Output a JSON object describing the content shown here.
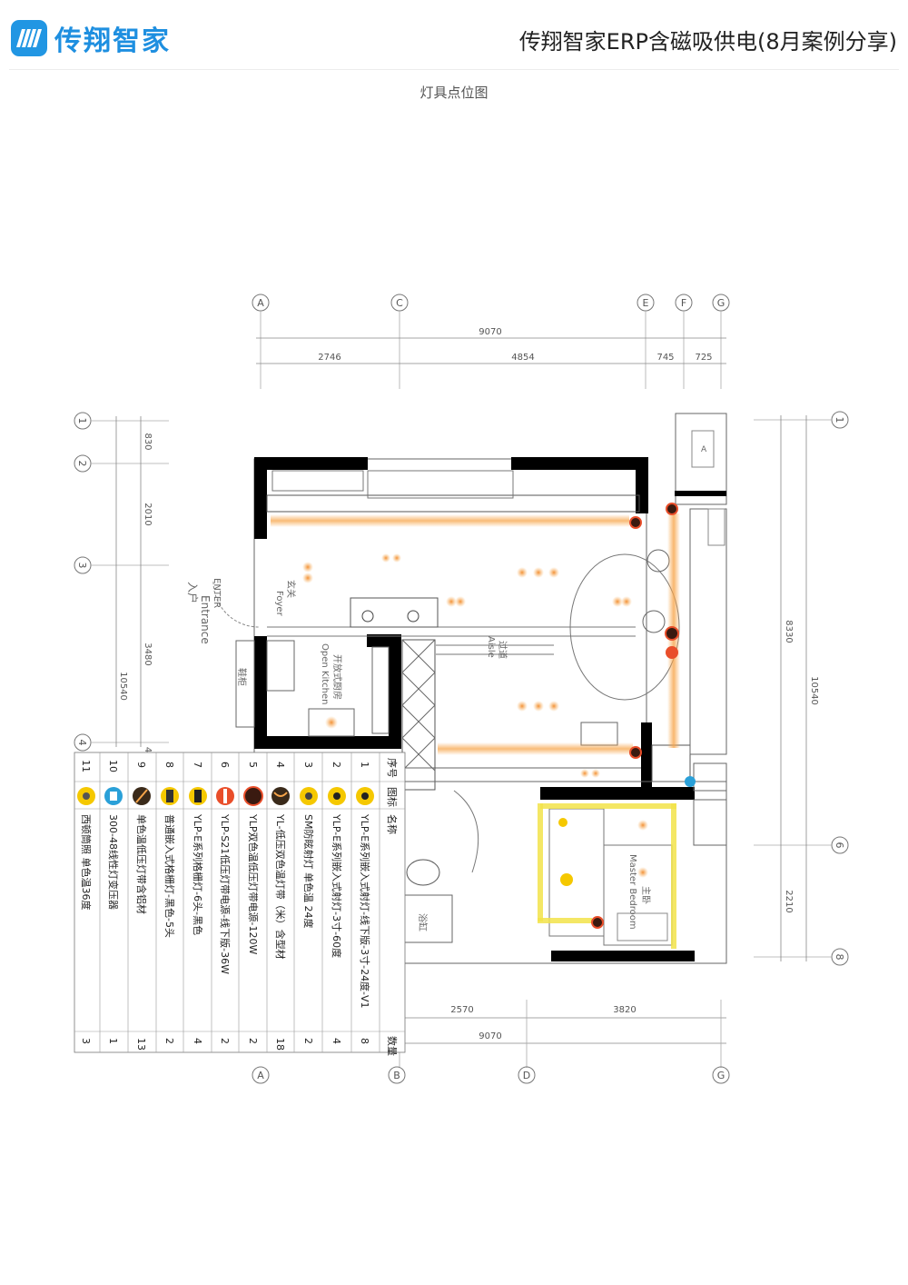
{
  "header": {
    "brand_name": "传翔智家",
    "brand_icon": "stripes-logo-icon",
    "document_title": "传翔智家ERP含磁吸供电(8月案例分享)"
  },
  "caption": "灯具点位图",
  "colors": {
    "brand": "#2196e3",
    "wall": "#000000",
    "light_strip": "#f7a54a",
    "highlight": "#f2e34a",
    "plan_line": "#666666"
  },
  "axes": {
    "top": [
      "A",
      "C",
      "E",
      "F",
      "G"
    ],
    "bottom": [
      "A",
      "B",
      "D",
      "G"
    ],
    "left": [
      "1",
      "2",
      "3",
      "4"
    ],
    "right": [
      "1",
      "6",
      "8"
    ]
  },
  "dimensions": {
    "top_total": "9070",
    "top_segments": [
      "2746",
      "4854",
      "745",
      "725"
    ],
    "bottom_total": "9070",
    "bottom_segments": [
      "2570",
      "3820"
    ],
    "left_segments": [
      "830",
      "2010",
      "3480"
    ],
    "left_total": "10540",
    "left_stub": "4",
    "right_segments": [
      "8330",
      "2210"
    ],
    "right_total": "10540"
  },
  "rooms": {
    "entrance_cn": "入户",
    "entrance_en": "Entrance",
    "foyer_cn": "玄关",
    "foyer_en": "Foyer",
    "kitchen_cn": "开放式厨房",
    "kitchen_en": "Open Kitchen",
    "aisle_cn": "过道",
    "aisle_en": "Aisle",
    "bedroom_cn": "主卧",
    "bedroom_en": "Master Bedroom",
    "shoe_cabinet": "鞋柜",
    "bathroom": "浴缸",
    "enter_label": "ENTER"
  },
  "legend": {
    "headers": {
      "index": "序号",
      "icon": "图标",
      "name": "名称",
      "qty": "数量"
    },
    "rows": [
      {
        "index": "1",
        "name": "YLP-E系列嵌入式射灯-线下版-3寸-24度-V1",
        "qty": "8",
        "icon": "spotlight-icon",
        "color": "#f5c800"
      },
      {
        "index": "2",
        "name": "YLP-E系列嵌入式射灯-3寸-60度",
        "qty": "4",
        "icon": "spotlight-icon",
        "color": "#f5c800"
      },
      {
        "index": "3",
        "name": "SM防眩射灯 单色温 24度",
        "qty": "2",
        "icon": "anti-glare-spotlight-icon",
        "color": "#f5c800"
      },
      {
        "index": "4",
        "name": "YL-低压双色温灯带（米）含型材",
        "qty": "18",
        "icon": "light-strip-icon",
        "color": "#3a2a1a"
      },
      {
        "index": "5",
        "name": "YLP双色温低压灯带电源-120W",
        "qty": "2",
        "icon": "power-supply-icon",
        "color": "#e94e2a"
      },
      {
        "index": "6",
        "name": "YLP-S21低压灯带电源-线下版-36W",
        "qty": "2",
        "icon": "power-supply-icon",
        "color": "#e94e2a"
      },
      {
        "index": "7",
        "name": "YLP-E系列格栅灯-6头-黑色",
        "qty": "4",
        "icon": "grille-light-icon",
        "color": "#f5c800"
      },
      {
        "index": "8",
        "name": "普通嵌入式格栅灯-黑色-5头",
        "qty": "2",
        "icon": "grille-light-icon",
        "color": "#f5c800"
      },
      {
        "index": "9",
        "name": "单色温低压灯带含铝材",
        "qty": "13",
        "icon": "single-strip-icon",
        "color": "#3a2a1a"
      },
      {
        "index": "10",
        "name": "300-48线性灯变压器",
        "qty": "1",
        "icon": "transformer-icon",
        "color": "#2aa0d8"
      },
      {
        "index": "11",
        "name": "西顿筒照 单色温36度",
        "qty": "3",
        "icon": "downlight-icon",
        "color": "#f5c800"
      }
    ]
  }
}
